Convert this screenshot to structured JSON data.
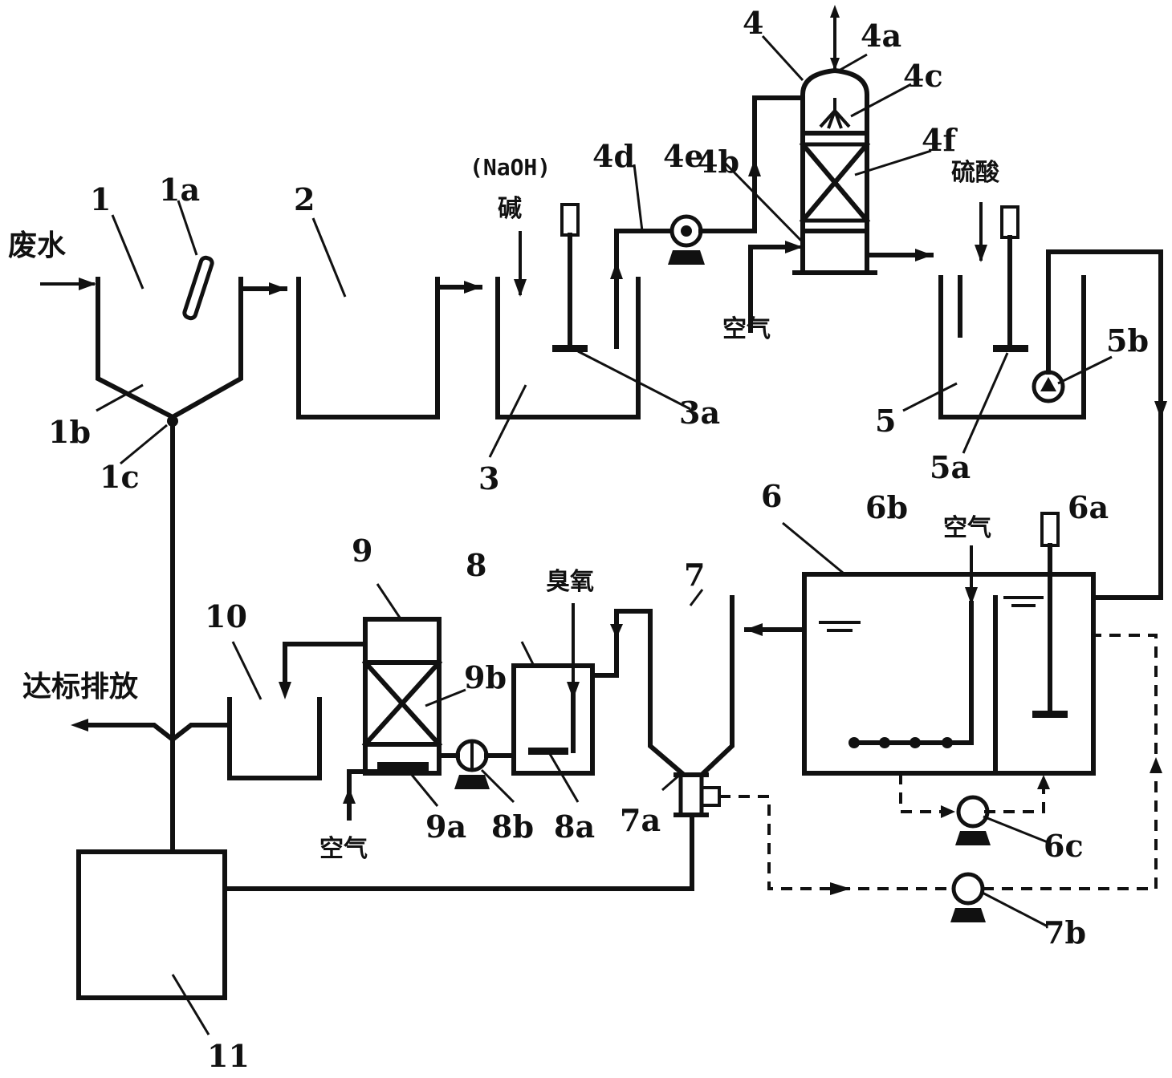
{
  "labels": {
    "n1": "1",
    "n1a": "1a",
    "n1b": "1b",
    "n1c": "1c",
    "n2": "2",
    "n3": "3",
    "n3a": "3a",
    "n4": "4",
    "n4a": "4a",
    "n4b": "4b",
    "n4c": "4c",
    "n4d": "4d",
    "n4e": "4e",
    "n4f": "4f",
    "n5": "5",
    "n5a": "5a",
    "n5b": "5b",
    "n6": "6",
    "n6a": "6a",
    "n6b": "6b",
    "n6c": "6c",
    "n7": "7",
    "n7a": "7a",
    "n7b": "7b",
    "n8": "8",
    "n8a": "8a",
    "n8b": "8b",
    "n9": "9",
    "n9a": "9a",
    "n9b": "9b",
    "n10": "10",
    "n11": "11"
  },
  "text": {
    "wastewater": "废水",
    "naoh": "(NaOH)",
    "alkali": "碱",
    "sulfuric_acid": "硫酸",
    "air_1": "空气",
    "air_2": "空气",
    "air_3": "空气",
    "ozone": "臭氧",
    "discharge": "达标排放"
  }
}
